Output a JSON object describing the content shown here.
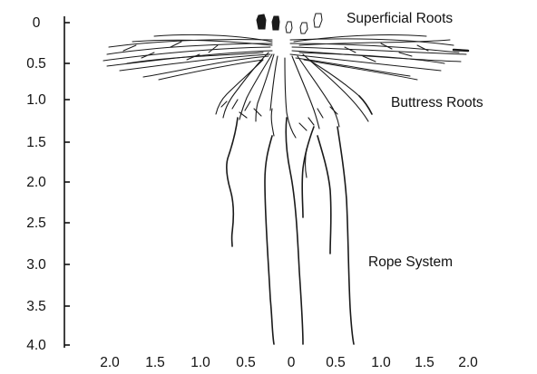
{
  "figure": {
    "y_axis_ticks": [
      "0",
      "0.5",
      "1.0",
      "1.5",
      "2.0",
      "2.5",
      "3.0",
      "3.5",
      "4.0"
    ],
    "x_axis_ticks": [
      "2.0",
      "1.5",
      "1.0",
      "0.5",
      "0",
      "0.5",
      "1.0",
      "1.5",
      "2.0"
    ],
    "annotations": {
      "superficial": "Superficial Roots",
      "buttress": "Buttress Roots",
      "rope": "Rope System"
    },
    "colors": {
      "ink": "#1a1a1a",
      "background": "#ffffff"
    }
  }
}
